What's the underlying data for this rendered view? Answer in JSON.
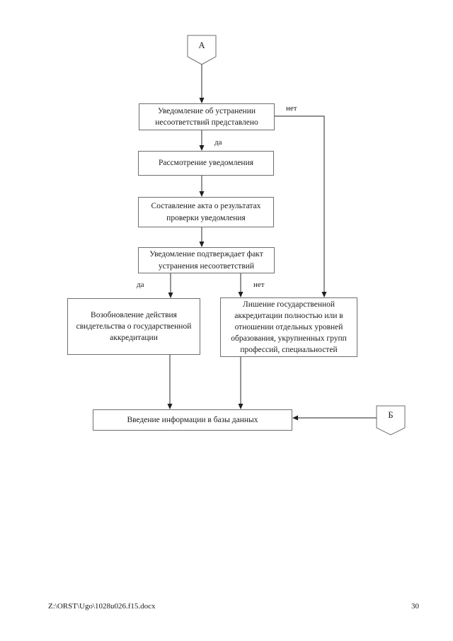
{
  "page": {
    "footer_path": "Z:\\ORST\\Ugo\\1028u026.f15.docx",
    "page_number": "30"
  },
  "flowchart": {
    "connectors": {
      "a": "А",
      "b": "Б"
    },
    "edge_labels": {
      "notice_yes": "да",
      "notice_no": "нет",
      "confirm_yes": "да",
      "confirm_no": "нет"
    },
    "nodes": {
      "notice_submitted": "Уведомление об устранении несоответствий представлено",
      "review": "Рассмотрение уведомления",
      "act": "Составление акта о результатах проверки уведомления",
      "confirmation": "Уведомление подтверждает факт устранения несоответствий",
      "resume": "Возобновление действия свидетельства о государственной аккредитации",
      "deprive": "Лишение государственной аккредитации полностью или в отношении отдельных уровней образования, укрупненных групп профессий, специальностей",
      "database": "Введение информации в базы данных"
    },
    "colors": {
      "line": "#4d4d4d",
      "border": "#6e6e6e",
      "arrowhead": "#1f1f1f"
    }
  }
}
